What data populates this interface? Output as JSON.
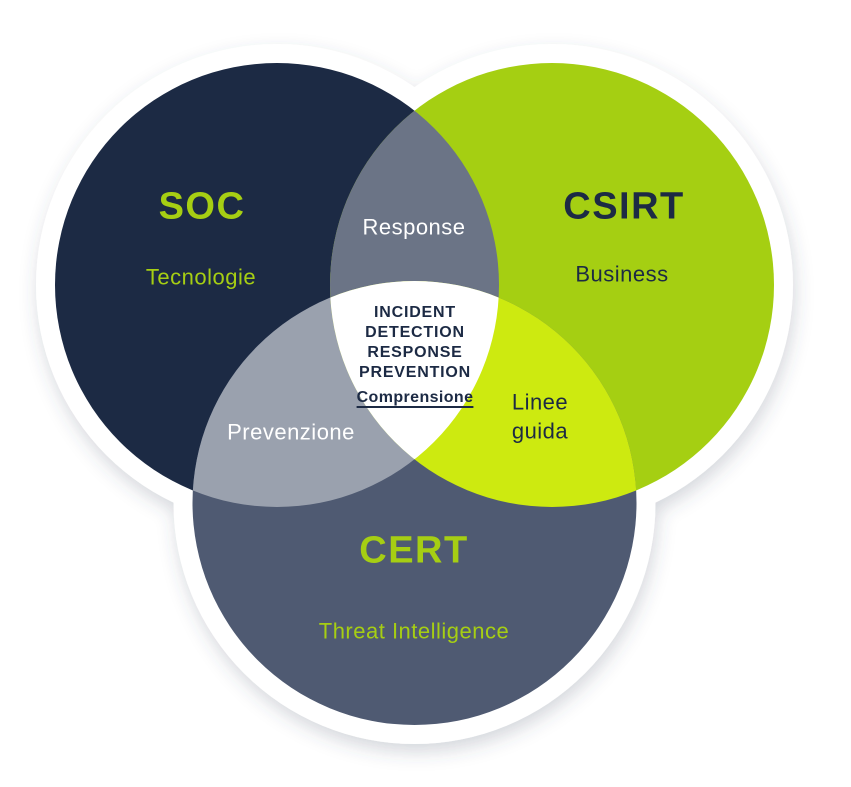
{
  "venn": {
    "sets": [
      {
        "id": "soc",
        "title": "SOC",
        "subtitle": "Tecnologie",
        "color": "#1c2a44",
        "text_color": "#a6ce13"
      },
      {
        "id": "csirt",
        "title": "CSIRT",
        "subtitle": "Business",
        "color": "#a5cf12",
        "text_color": "#1c2a44"
      },
      {
        "id": "cert",
        "title": "CERT",
        "subtitle": "Threat Intelligence",
        "color": "#4f5a72",
        "text_color": "#a6ce13"
      }
    ],
    "intersections": {
      "soc_csirt": {
        "label": "Response",
        "color": "#6b7486",
        "text_color": "#ffffff"
      },
      "soc_cert": {
        "label": "Prevenzione",
        "color": "#9aa1ae",
        "text_color": "#ffffff"
      },
      "csirt_cert": {
        "label": "Linee guida",
        "color": "#cdea10",
        "text_color": "#1c2a44"
      },
      "center": {
        "lines": [
          "INCIDENT",
          "DETECTION",
          "RESPONSE",
          "PREVENTION"
        ],
        "footer": "Comprensione",
        "color": "#ffffff",
        "text_color": "#1c2a44"
      }
    },
    "ring_color": "#ffffff",
    "background": "#ffffff"
  }
}
